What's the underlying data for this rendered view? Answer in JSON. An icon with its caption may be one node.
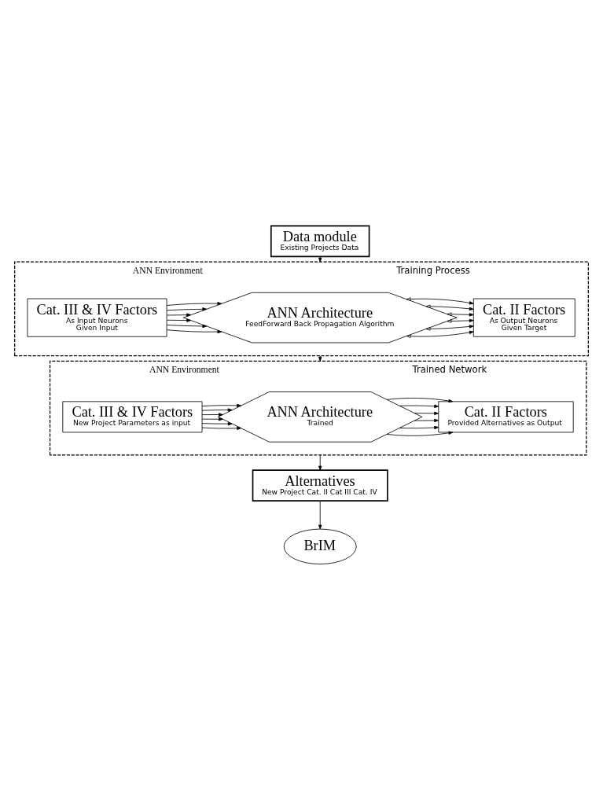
{
  "diagram": {
    "nodes": [
      {
        "text": [
          "Data module",
          "Existing Projects Data"
        ]
      },
      {
        "text": [
          "ANN Environment",
          "Training Process"
        ]
      },
      {
        "text": [
          "Cat. III & IV Factors",
          "As Input Neurons",
          "Given Input"
        ],
        "in": 1
      },
      {
        "text": [
          "ANN Architecture",
          "FeedForward Back Propagation Algorithm"
        ],
        "in": 1
      },
      {
        "text": [
          "Cat. II Factors",
          "As Output Neurons",
          "Given Target"
        ],
        "in": 1
      },
      {
        "text": [
          "ANN Environment",
          "Trained Network"
        ]
      },
      {
        "text": [
          "Cat. III & IV Factors",
          "New Project Parameters as input"
        ],
        "in": 5
      },
      {
        "text": [
          "ANN Architecture",
          "Trained"
        ],
        "in": 5
      },
      {
        "text": [
          "Cat. II Factors",
          "Provided Alternatives as Output"
        ],
        "in": 5
      },
      {
        "text": [
          "Alternatives",
          "New Project Cat. II Cat III Cat. IV"
        ]
      },
      {
        "text": [
          "BrIM"
        ]
      }
    ],
    "edges": [
      {
        "from": 0,
        "to": 1,
        "arrow": "to"
      },
      {
        "from": 2,
        "to": 3,
        "arrow": "to"
      },
      {
        "from": 2,
        "to": 3,
        "arrow": "to"
      },
      {
        "from": 2,
        "to": 3,
        "arrow": "to"
      },
      {
        "from": 2,
        "to": 3,
        "arrow": "to"
      },
      {
        "from": 2,
        "to": 3,
        "arrow": "to"
      },
      {
        "from": 2,
        "to": 3,
        "arrow": "to"
      },
      {
        "from": 3,
        "to": 4,
        "arrow": "both"
      },
      {
        "from": 3,
        "to": 4,
        "arrow": "both"
      },
      {
        "from": 3,
        "to": 4,
        "arrow": "both"
      },
      {
        "from": 3,
        "to": 4,
        "arrow": "both"
      },
      {
        "from": 3,
        "to": 4,
        "arrow": "both"
      },
      {
        "from": 3,
        "to": 4,
        "arrow": "both"
      },
      {
        "from": 1,
        "to": 5,
        "arrow": "to"
      },
      {
        "from": 6,
        "to": 7,
        "arrow": "to"
      },
      {
        "from": 6,
        "to": 7,
        "arrow": "to"
      },
      {
        "from": 6,
        "to": 7,
        "arrow": "to"
      },
      {
        "from": 6,
        "to": 7,
        "arrow": "to"
      },
      {
        "from": 6,
        "to": 7,
        "arrow": "to"
      },
      {
        "from": 6,
        "to": 7,
        "arrow": "to"
      },
      {
        "from": 7,
        "to": 8,
        "arrow": "to"
      },
      {
        "from": 7,
        "to": 8,
        "arrow": "to"
      },
      {
        "from": 7,
        "to": 8,
        "arrow": "to"
      },
      {
        "from": 7,
        "to": 8,
        "arrow": "to"
      },
      {
        "from": 7,
        "to": 8,
        "arrow": "to"
      },
      {
        "from": 7,
        "to": 8,
        "arrow": "to"
      },
      {
        "from": 5,
        "to": 9,
        "arrow": "to"
      },
      {
        "from": 9,
        "to": 10,
        "arrow": "to"
      }
    ]
  }
}
